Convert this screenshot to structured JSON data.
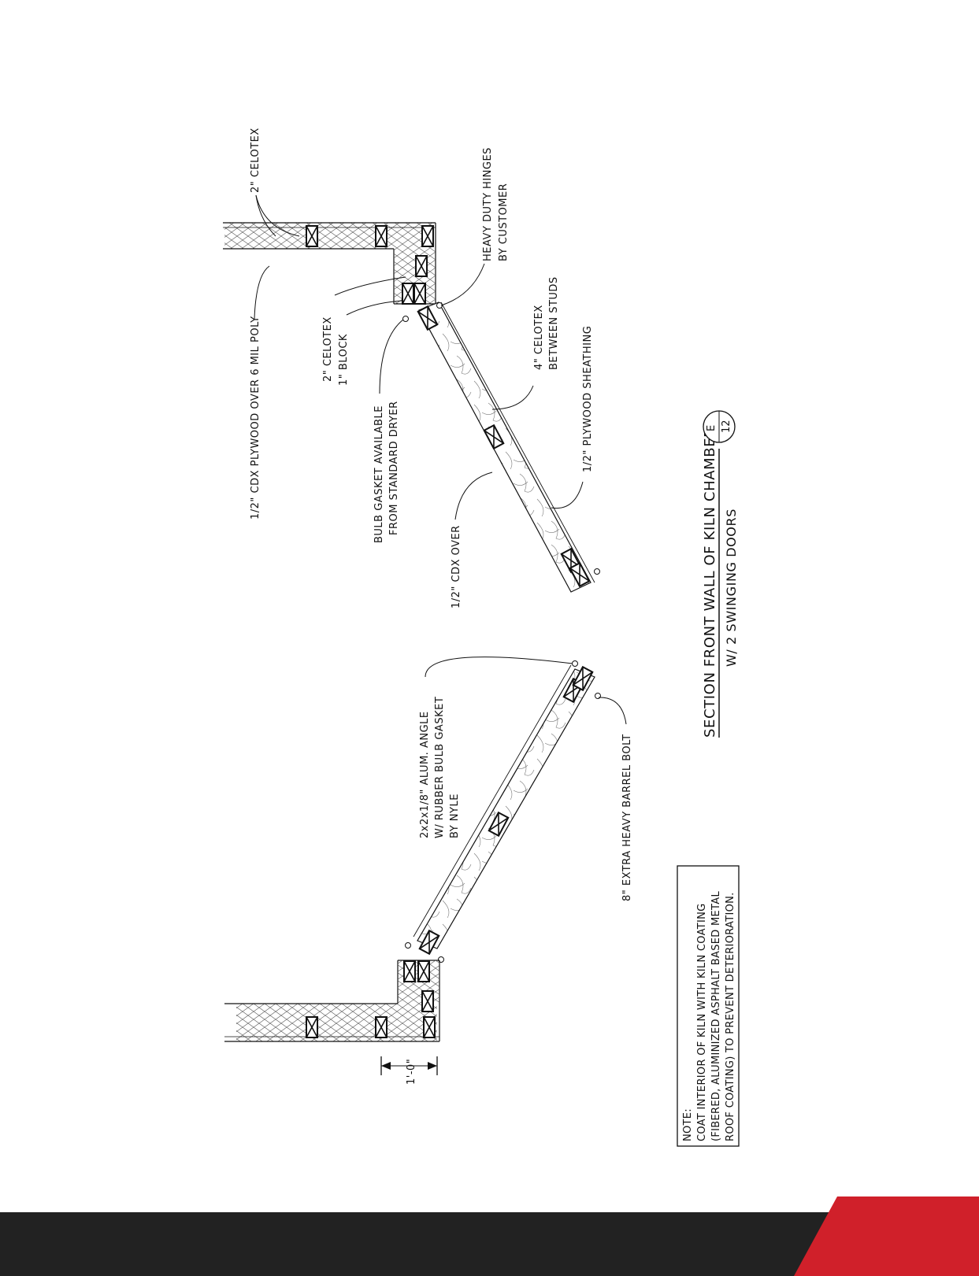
{
  "labels": {
    "celotex_2_top": "2\" CELOTEX",
    "cdx_over_poly": "1/2\" CDX PLYWOOD OVER 6 MIL POLY",
    "hinges_1": "HEAVY DUTY HINGES",
    "hinges_2": "BY CUSTOMER",
    "celotex_2_mid": "2\" CELOTEX",
    "block_1": "1\" BLOCK",
    "celotex_4_1": "4\" CELOTEX",
    "celotex_4_2": "BETWEEN STUDS",
    "gasket_1": "BULB GASKET AVAILABLE",
    "gasket_2": "FROM STANDARD DRYER",
    "plywood_sheathing": "1/2\" PLYWOOD SHEATHING",
    "cdx_over": "1/2\" CDX OVER",
    "angle_1": "2x2x1/8\"  ALUM. ANGLE",
    "angle_2": "W/ RUBBER BULB GASKET",
    "angle_3": "BY NYLE",
    "barrel_bolt": "8\" EXTRA HEAVY BARREL BOLT",
    "dimension": "1'-0\""
  },
  "title": {
    "line1": "SECTION FRONT WALL OF KILN CHAMBER",
    "line2": "W/ 2 SWINGING DOORS",
    "marker_top": "E",
    "marker_bottom": "12"
  },
  "note": {
    "heading": "NOTE:",
    "line1": "COAT INTERIOR OF KILN WITH KILN COATING",
    "line2": "(FIBERED, ALUMINIZED ASPHALT BASED METAL",
    "line3": "ROOF COATING) TO PREVENT DETERIORATION."
  },
  "colors": {
    "ink": "#111111",
    "footer": "#222222",
    "accent": "#d0202a"
  }
}
